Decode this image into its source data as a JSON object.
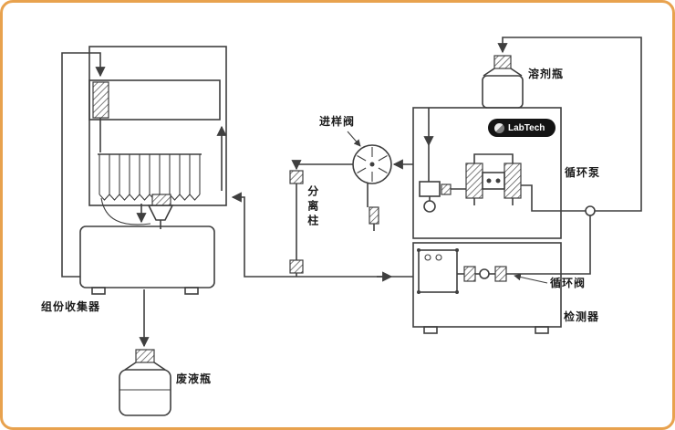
{
  "diagram": {
    "background": "#ffffff",
    "border_color": "#e8a24e",
    "line_color": "#3f3f3f",
    "text_color": "#1a1a1a",
    "labels": {
      "fraction_collector": "组份收集器",
      "waste_bottle": "废液瓶",
      "separation_column": "分离柱",
      "injection_valve": "进样阀",
      "solvent_bottle": "溶剂瓶",
      "circulation_pump": "循环泵",
      "circulation_valve": "循环阀",
      "detector": "检测器",
      "brand": "LabTech"
    }
  }
}
